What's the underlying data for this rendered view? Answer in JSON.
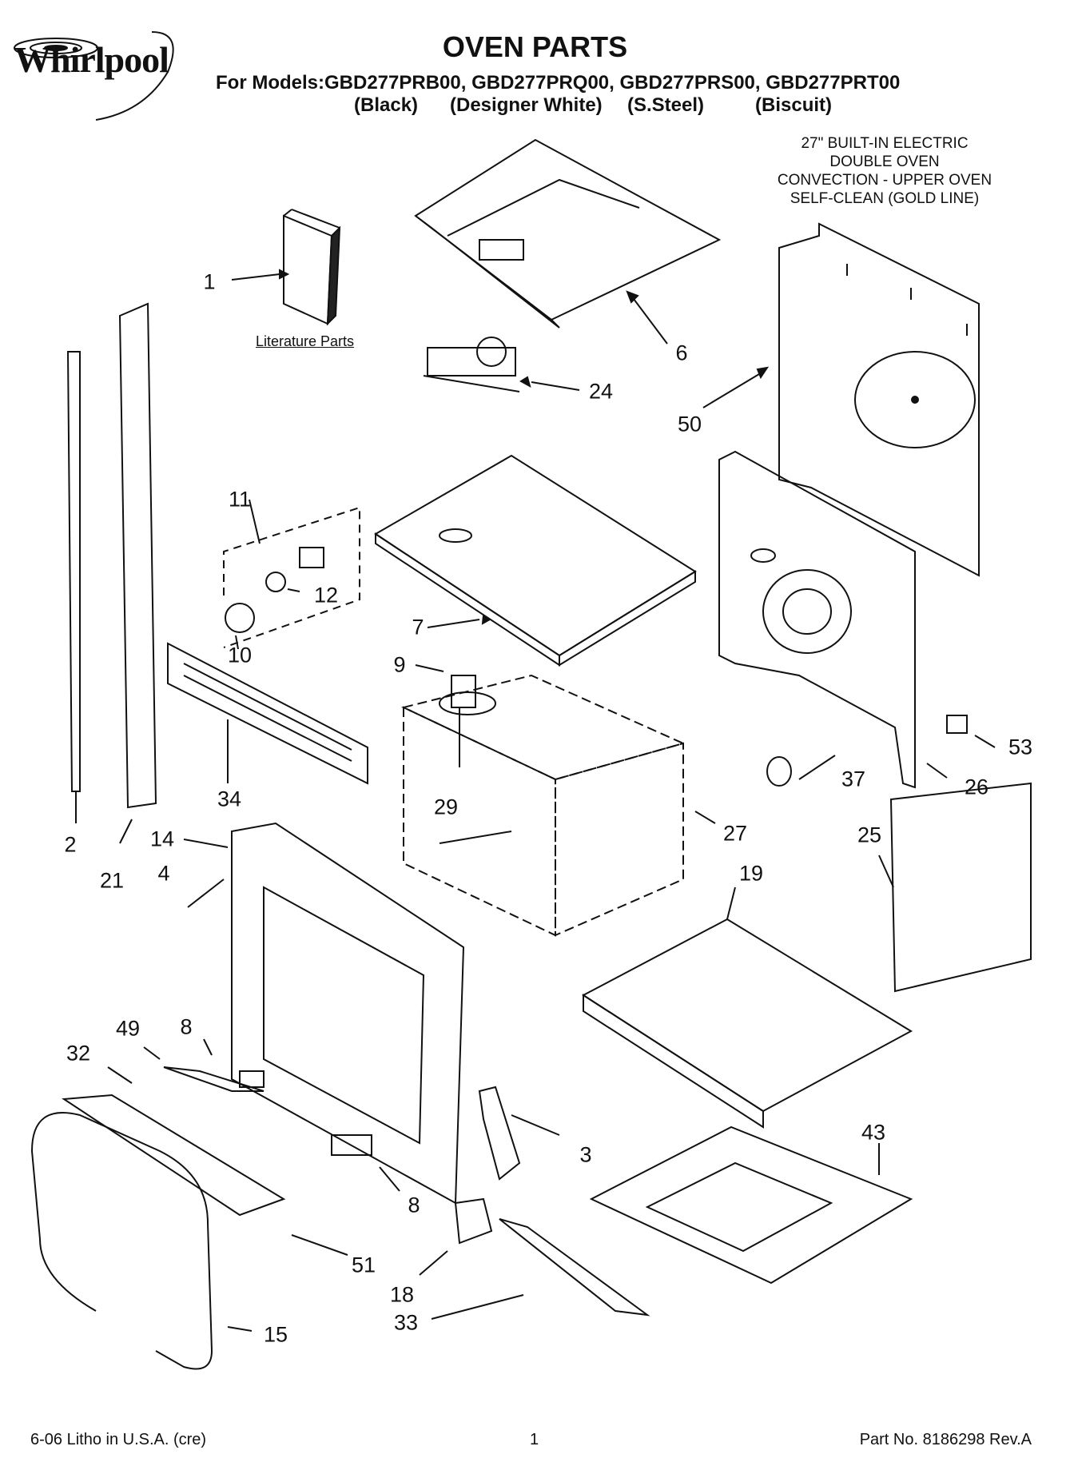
{
  "header": {
    "brand": "Whirlpool",
    "title": "OVEN PARTS",
    "models_line": "For Models:GBD277PRB00, GBD277PRQ00, GBD277PRS00, GBD277PRT00",
    "variants": [
      "(Black)",
      "(Designer White)",
      "(S.Steel)",
      "(Biscuit)"
    ]
  },
  "description": [
    "27\" BUILT-IN ELECTRIC",
    "DOUBLE OVEN",
    "CONVECTION - UPPER OVEN",
    "SELF-CLEAN (GOLD LINE)"
  ],
  "literature_label": "Literature Parts",
  "callouts": [
    "1",
    "6",
    "24",
    "50",
    "11",
    "12",
    "10",
    "7",
    "9",
    "34",
    "2",
    "21",
    "14",
    "4",
    "29",
    "27",
    "26",
    "53",
    "37",
    "25",
    "19",
    "49",
    "8",
    "32",
    "3",
    "8",
    "43",
    "51",
    "18",
    "33",
    "15"
  ],
  "footer": {
    "left": "6-06 Litho in U.S.A. (cre)",
    "center": "1",
    "right": "Part No. 8186298 Rev.A"
  },
  "colors": {
    "ink": "#111111",
    "background": "#ffffff"
  }
}
